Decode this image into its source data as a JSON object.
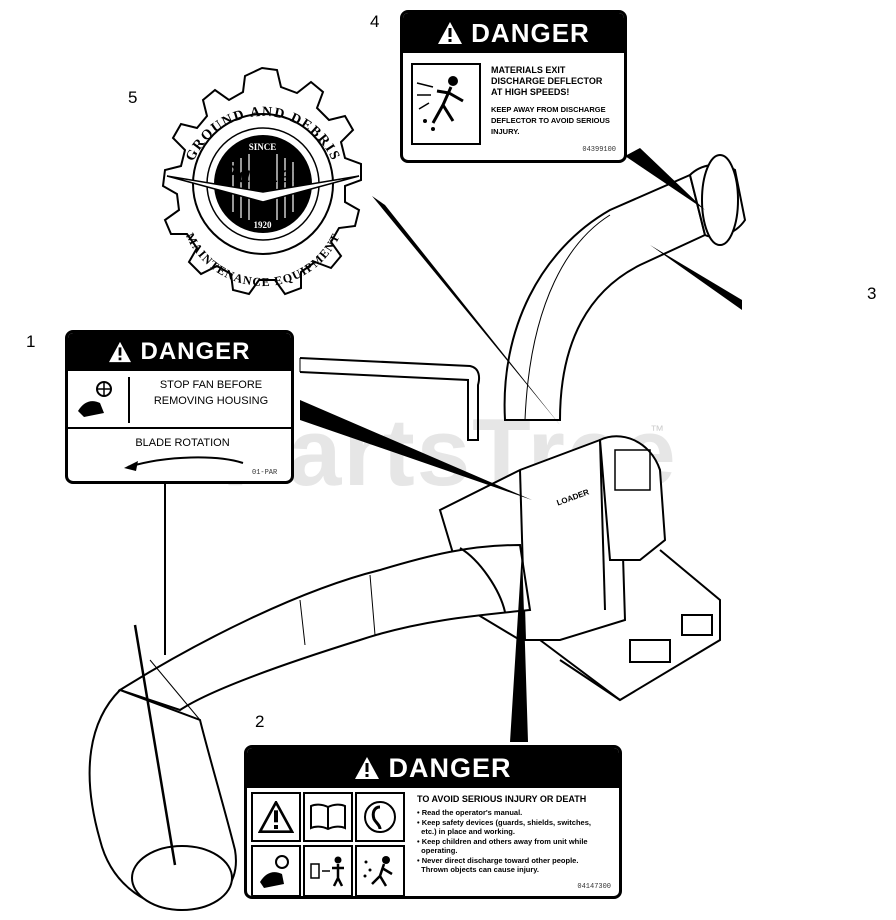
{
  "callouts": [
    "1",
    "2",
    "3",
    "4",
    "5"
  ],
  "watermark": {
    "text": "PartsTree",
    "tm": "™"
  },
  "decal1": {
    "heading": "DANGER",
    "line1": "STOP FAN BEFORE",
    "line2": "REMOVING HOUSING",
    "rotation_label": "BLADE ROTATION",
    "part_no": "01-PAR"
  },
  "decal2": {
    "heading": "DANGER",
    "title": "TO AVOID SERIOUS INJURY OR DEATH",
    "bullets": [
      "• Read the operator's manual.",
      "• Keep safety devices (guards, shields, switches,",
      "  etc.) in place and working.",
      "• Keep children and others away from unit while",
      "  operating.",
      "• Never direct discharge toward other people.",
      "  Thrown objects can cause injury."
    ],
    "part_no": "04147300"
  },
  "decal4": {
    "heading": "DANGER",
    "line1": "MATERIALS EXIT",
    "line2": "DISCHARGE DEFLECTOR",
    "line3": "AT HIGH SPEEDS!",
    "line4": "KEEP AWAY FROM DISCHARGE",
    "line5": "DEFLECTOR TO AVOID SERIOUS",
    "line6": "INJURY.",
    "part_no": "04399100"
  },
  "decal5": {
    "arc_top": "GROUND AND DEBRIS",
    "arc_bottom": "MAINTENANCE EQUIPMENT",
    "since": "SINCE",
    "brand": "Parker",
    "year": "1920"
  },
  "machine": {
    "side_label": "LOADER"
  }
}
